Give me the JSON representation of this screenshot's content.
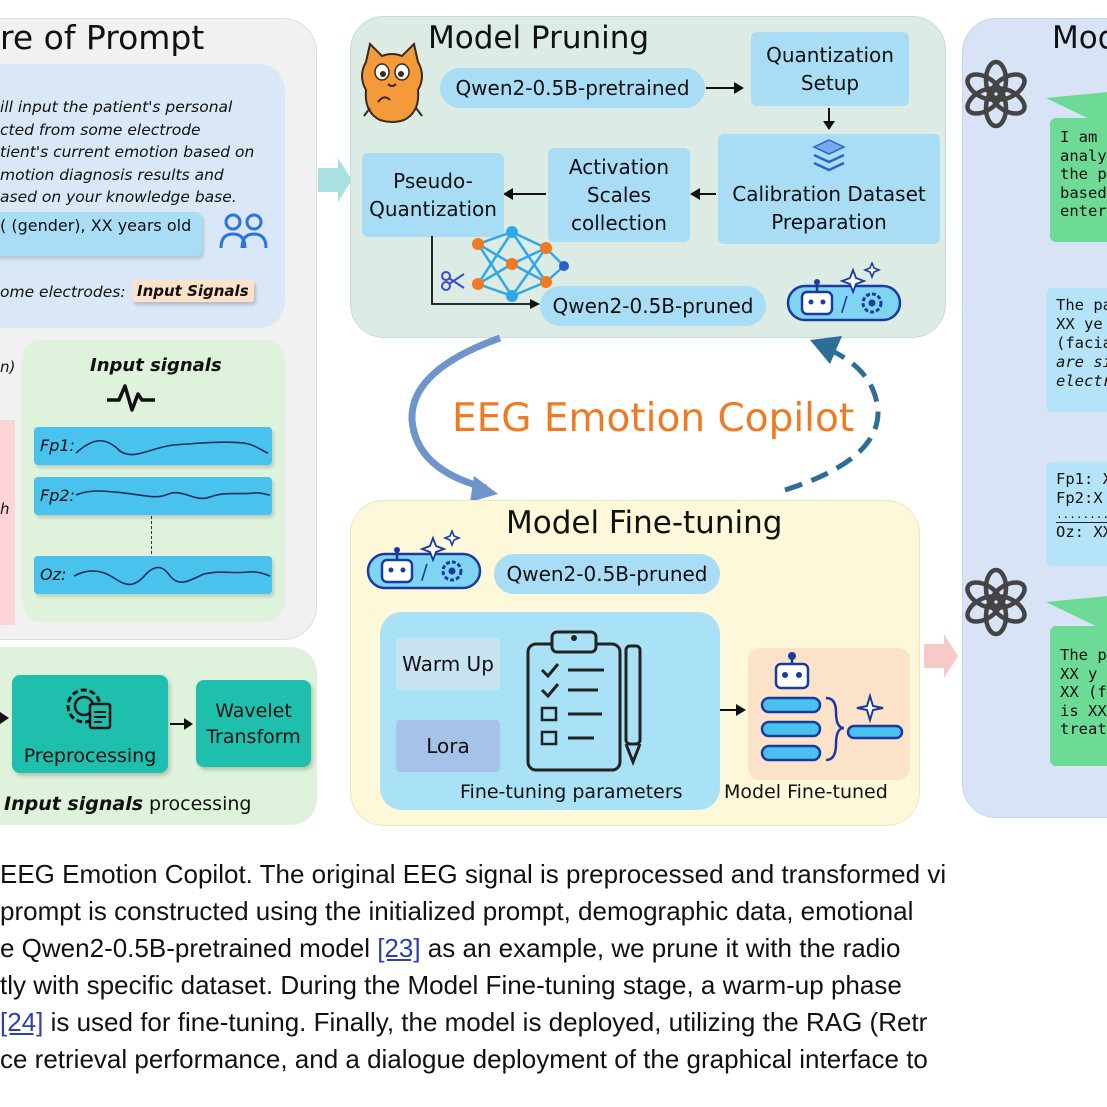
{
  "structure": {
    "title": "re of Prompt",
    "prompt_lines": [
      "ill input the patient's personal",
      "cted from some electrode",
      "tient's current emotion based on",
      "motion diagnosis results and",
      "ased on your knowledge base."
    ],
    "gender_age": "( (gender), XX years old",
    "electrodes_prefix": "ome electrodes:",
    "input_signals_tag": "Input Signals",
    "partial_h": "h",
    "partial_n": "n)",
    "signals_title": "Input signals",
    "channels": [
      "Fp1:",
      "Fp2:",
      "Oz:"
    ]
  },
  "processing": {
    "preprocessing": "Preprocessing",
    "wavelet": "Wavelet Transform",
    "caption_bold": "Input signals",
    "caption_rest": " processing"
  },
  "pruning": {
    "title": "Model Pruning",
    "pretrained": "Qwen2-0.5B-pretrained",
    "quant_setup": "Quantization Setup",
    "calibration": "Calibration Dataset Preparation",
    "activation": "Activation Scales collection",
    "pseudo": "Pseudo-Quantization",
    "pruned": "Qwen2-0.5B-pruned"
  },
  "copilot": "EEG Emotion Copilot",
  "finetune": {
    "title": "Model Fine-tuning",
    "pruned": "Qwen2-0.5B-pruned",
    "warmup": "Warm Up",
    "lora": "Lora",
    "params": "Fine-tuning parameters",
    "finetuned": "Model Fine-tuned"
  },
  "model_deploy": {
    "title": "Mod",
    "bubble1": [
      "I am",
      "analy",
      "the p",
      "based",
      "enter"
    ],
    "bubble2": [
      "The pa",
      "XX ye",
      "(facial",
      "are sig",
      "electr"
    ],
    "bubble3_a": [
      "Fp1: X",
      "Fp2:X"
    ],
    "bubble3_dots": "............",
    "bubble3_b": "Oz: XX",
    "bubble4": [
      "The p",
      "XX y",
      "XX (f",
      "is XX",
      "treat"
    ]
  },
  "caption": {
    "line1": "EEG Emotion Copilot.  The original EEG signal is preprocessed and transformed vi",
    "line2": "prompt is constructed using the initialized prompt, demographic data, emotional",
    "line3_a": "e Qwen2-0.5B-pretrained model ",
    "ref23": "[23]",
    "line3_b": " as an example, we prune it with the radio",
    "line4": "tly with specific dataset.  During the Model Fine-tuning stage, a warm-up phase",
    "ref24": "[24]",
    "line5_b": " is used for fine-tuning. Finally, the model is deployed, utilizing the RAG (Retr",
    "line6": "ce retrieval performance, and a dialogue deployment of the graphical interface to"
  },
  "colors": {
    "pruning_panel": "#dcebe4",
    "finetune_panel": "#fcf8d9",
    "deploy_panel": "#d8e3f6",
    "process_panel": "#dff3dc",
    "copilot_text": "#f07a22",
    "box_blue": "#a9dcf5",
    "teal": "#1fbfae"
  },
  "icons": [
    "cat-icon",
    "openai-icon",
    "robot-icon",
    "gear-icon",
    "neural-network-icon",
    "scissors-icon",
    "clipboard-icon",
    "person-icon",
    "pulse-icon",
    "layers-icon"
  ]
}
